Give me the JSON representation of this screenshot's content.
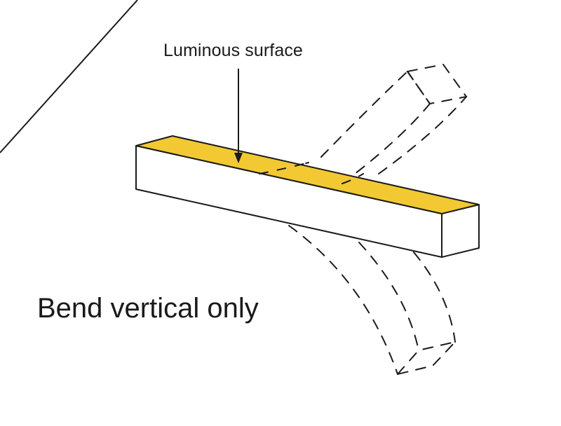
{
  "diagram": {
    "labels": {
      "luminous_surface": "Luminous surface",
      "bend_caption": "Bend vertical only"
    },
    "colors": {
      "luminous_surface_fill": "#F2C933",
      "bar_side_fill": "#FFFFFF",
      "line": "#1A1A1A",
      "background": "#FFFFFF"
    },
    "elements": [
      {
        "name": "straight-bar",
        "style": "solid",
        "description": "rectangular strip with yellow luminous top face"
      },
      {
        "name": "bent-up-outline",
        "style": "dashed",
        "description": "bar bent upward (vertical bend)"
      },
      {
        "name": "bent-down-outline",
        "style": "dashed",
        "description": "bar bent downward (vertical bend)"
      },
      {
        "name": "pointer-arrow",
        "style": "solid",
        "description": "arrow from label to luminous surface"
      },
      {
        "name": "corner-diagonal-line",
        "style": "solid",
        "description": "diagonal line at top-left"
      }
    ]
  }
}
